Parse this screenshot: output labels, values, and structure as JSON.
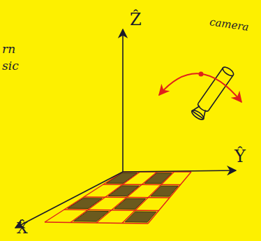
{
  "diagram": {
    "labels": [
      "Ẑ",
      "Ŷ",
      "X̂",
      "camera",
      "rn",
      "sic"
    ]
  }
}
